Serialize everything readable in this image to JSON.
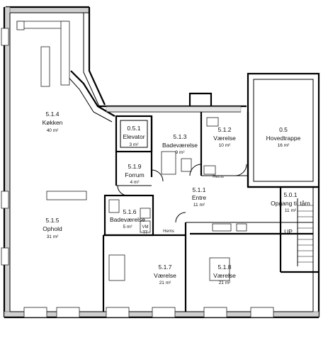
{
  "rooms": [
    {
      "id": "kokken",
      "number": "5.1.4",
      "name": "Køkken",
      "area": "40 m²"
    },
    {
      "id": "elevator",
      "number": "0.5.1",
      "name": "Elevator",
      "area": "3 m²"
    },
    {
      "id": "badevaerelse-1",
      "number": "5.1.3",
      "name": "Badeværelse",
      "area": "9 m²"
    },
    {
      "id": "vaerelse-1",
      "number": "5.1.2",
      "name": "Værelse",
      "area": "10 m²"
    },
    {
      "id": "hovedtrappe",
      "number": "0.5",
      "name": "Hovedtrappe",
      "area": "16 m²"
    },
    {
      "id": "forrum",
      "number": "5.1.9",
      "name": "Forrum",
      "area": "4 m²"
    },
    {
      "id": "entre",
      "number": "5.1.1",
      "name": "Entre",
      "area": "11 m²"
    },
    {
      "id": "opgang",
      "number": "5.0.1",
      "name": "Opgang til tårn",
      "area": "11 m²"
    },
    {
      "id": "badevaerelse-2",
      "number": "5.1.6",
      "name": "Badeværelse",
      "area": "5 m²"
    },
    {
      "id": "ophold",
      "number": "5.1.5",
      "name": "Ophold",
      "area": "31 m²"
    },
    {
      "id": "vaerelse-2",
      "number": "5.1.7",
      "name": "Værelse",
      "area": "21 m²"
    },
    {
      "id": "vaerelse-3",
      "number": "5.1.8",
      "name": "Værelse",
      "area": "21 m²"
    }
  ],
  "labels": {
    "hems_1": "Hems",
    "hems_2": "Hems",
    "vm": "VM",
    "tt": "TT",
    "up": "UP"
  }
}
